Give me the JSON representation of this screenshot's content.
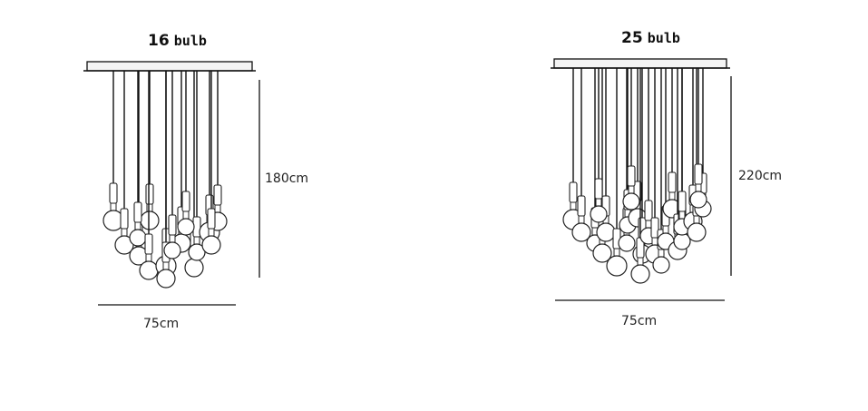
{
  "lamps": [
    {
      "title_number": "16",
      "title_unit": "bulb",
      "height_label": "180cm",
      "width_label": "75cm",
      "bulb_count": 16
    },
    {
      "title_number": "25",
      "title_unit": "bulb",
      "height_label": "220cm",
      "width_label": "75cm",
      "bulb_count": 25
    }
  ],
  "colors": {
    "line": "#111111",
    "bulb_fill": "#ffffff",
    "bulb_stroke": "#222222",
    "canopy_fill": "#f4f4f4"
  }
}
